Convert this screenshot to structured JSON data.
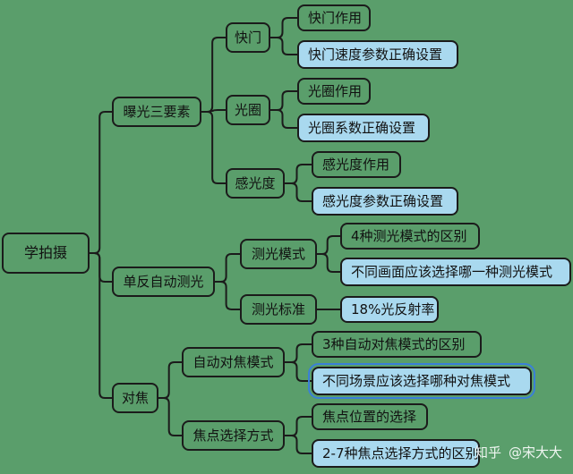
{
  "root": "学拍摄",
  "branches": [
    {
      "label": "曝光三要素",
      "children": [
        {
          "label": "快门",
          "leaves": [
            "快门作用",
            "快门速度参数正确设置"
          ]
        },
        {
          "label": "光圈",
          "leaves": [
            "光圈作用",
            "光圈系数正确设置"
          ]
        },
        {
          "label": "感光度",
          "leaves": [
            "感光度作用",
            "感光度参数正确设置"
          ]
        }
      ]
    },
    {
      "label": "单反自动测光",
      "children": [
        {
          "label": "测光模式",
          "leaves": [
            "4种测光模式的区别",
            "不同画面应该选择哪一种测光模式"
          ]
        },
        {
          "label": "测光标准",
          "leaves": [
            "18%光反射率"
          ]
        }
      ]
    },
    {
      "label": "对焦",
      "children": [
        {
          "label": "自动对焦模式",
          "leaves": [
            "3种自动对焦模式的区别",
            "不同场景应该选择哪种对焦模式"
          ]
        },
        {
          "label": "焦点选择方式",
          "leaves": [
            "焦点位置的选择",
            "2-7种焦点选择方式的区别"
          ]
        }
      ]
    }
  ],
  "watermark": {
    "site": "知乎",
    "author": "@宋大大"
  },
  "colors": {
    "background": "#5a9e6b",
    "leaf_highlight": "#a9d9ef",
    "line": "#1b1b1b"
  }
}
